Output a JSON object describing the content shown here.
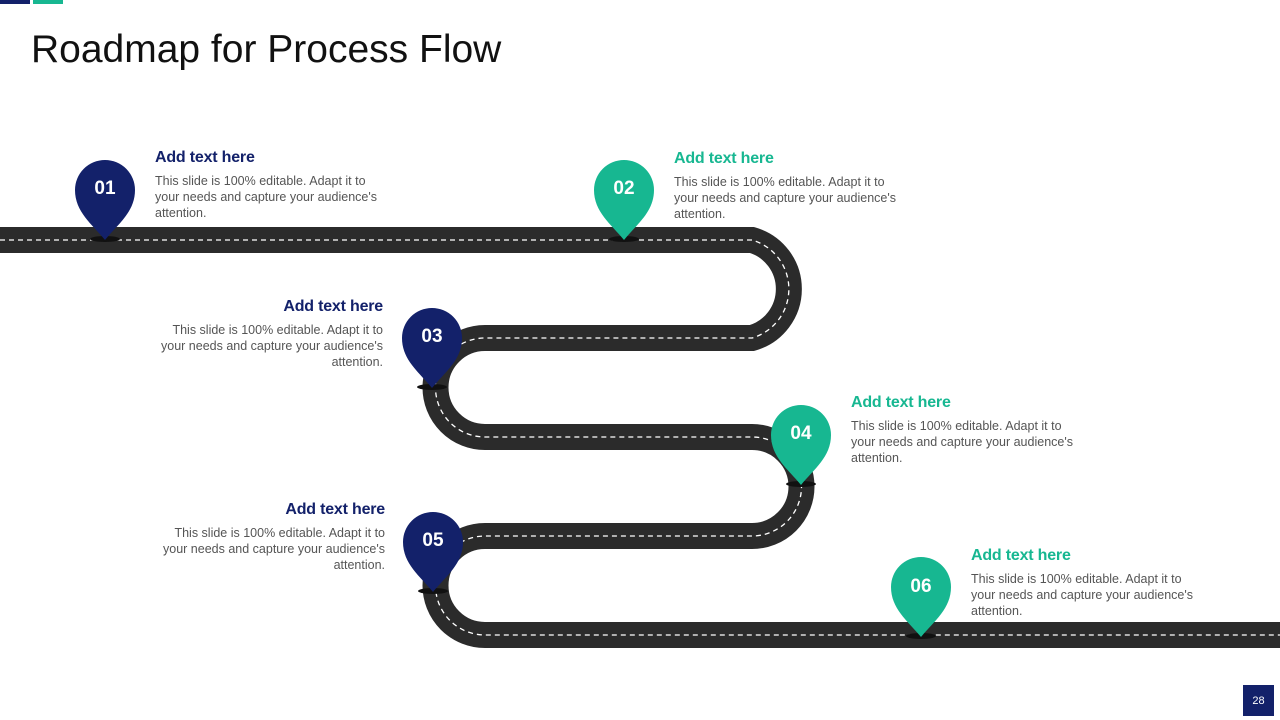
{
  "slide": {
    "title": "Roadmap for Process Flow",
    "page_number": "28"
  },
  "colors": {
    "navy": "#13216a",
    "teal": "#17b791",
    "road": "#2b2b2b",
    "road_dash": "#ffffff",
    "body_text": "#555555"
  },
  "milestones": [
    {
      "number": "01",
      "heading": "Add text here",
      "body": "This slide is 100% editable. Adapt it to your needs and capture your audience's attention.",
      "pin_color": "navy",
      "pin_icon": "map-pin-icon"
    },
    {
      "number": "02",
      "heading": "Add text here",
      "body": "This slide is 100% editable. Adapt it to your needs and capture your audience's attention.",
      "pin_color": "teal",
      "pin_icon": "map-pin-icon"
    },
    {
      "number": "03",
      "heading": "Add text here",
      "body": "This slide is 100% editable. Adapt it to your needs and capture your audience's attention.",
      "pin_color": "navy",
      "pin_icon": "map-pin-icon"
    },
    {
      "number": "04",
      "heading": "Add text here",
      "body": "This slide is 100% editable. Adapt it to your needs and capture your audience's attention.",
      "pin_color": "teal",
      "pin_icon": "map-pin-icon"
    },
    {
      "number": "05",
      "heading": "Add text here",
      "body": "This slide is 100% editable. Adapt it to your needs and capture your audience's attention.",
      "pin_color": "navy",
      "pin_icon": "map-pin-icon"
    },
    {
      "number": "06",
      "heading": "Add text here",
      "body": "This slide is 100% editable. Adapt it to your needs and capture your audience's attention.",
      "pin_color": "teal",
      "pin_icon": "map-pin-icon"
    }
  ]
}
